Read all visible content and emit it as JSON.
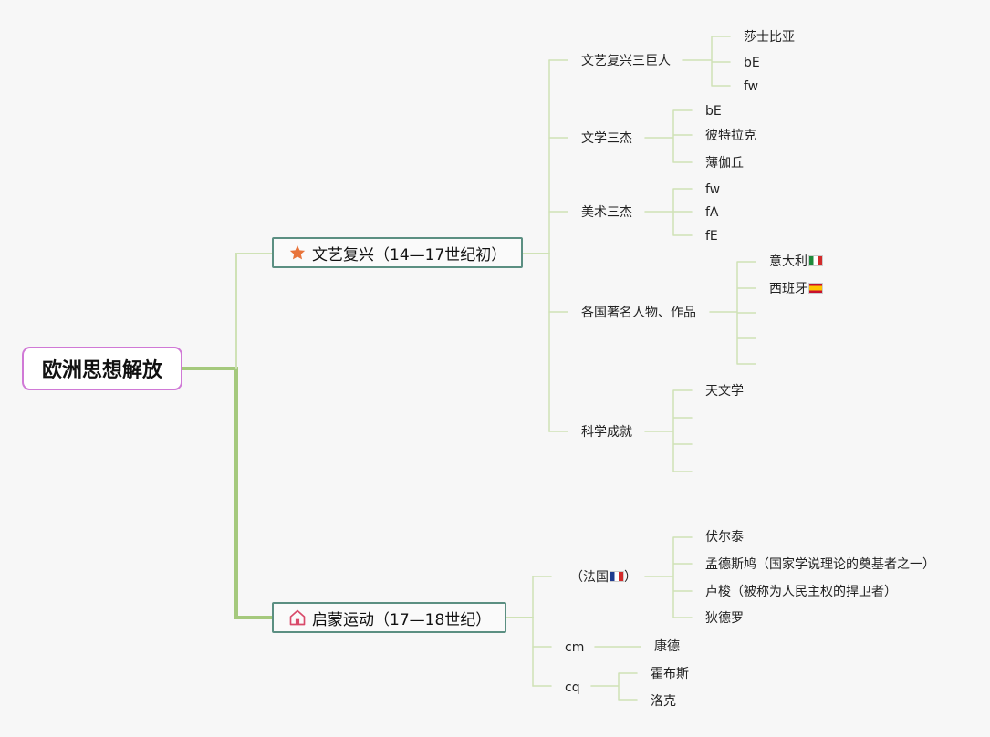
{
  "root": "欧洲思想解放",
  "renaissance": {
    "title": "文艺复兴（14—17世纪初）",
    "icon": "star-icon",
    "branches": [
      {
        "label": "文艺复兴三巨人",
        "items": [
          "莎士比亚",
          "bE",
          "fw"
        ]
      },
      {
        "label": "文学三杰",
        "items": [
          "bE",
          "彼特拉克",
          "薄伽丘"
        ]
      },
      {
        "label": "美术三杰",
        "items": [
          "fw",
          "fA",
          "fE"
        ]
      },
      {
        "label": "各国著名人物、作品",
        "items": [
          "意大利",
          "西班牙",
          "",
          "",
          ""
        ]
      },
      {
        "label": "科学成就",
        "items": [
          "天文学",
          "",
          "",
          ""
        ]
      }
    ]
  },
  "enlightenment": {
    "title": "启蒙运动（17—18世纪）",
    "icon": "house-icon",
    "branches": [
      {
        "label": "（法国",
        "label_suffix": "）",
        "items": [
          "伏尔泰",
          "孟德斯鸠（国家学说理论的奠基者之一）",
          "卢梭（被称为人民主权的捍卫者）",
          "狄德罗"
        ]
      },
      {
        "label": "cm",
        "items": [
          "康德"
        ]
      },
      {
        "label": "cq",
        "items": [
          "霍布斯",
          "洛克"
        ]
      }
    ]
  },
  "colors": {
    "root_border": "#d079d6",
    "main_border": "#5b8f82",
    "trunk": "#a5c97d",
    "branch": "#cfe2b6",
    "star": "#e8743b",
    "house": "#d94a6a"
  }
}
